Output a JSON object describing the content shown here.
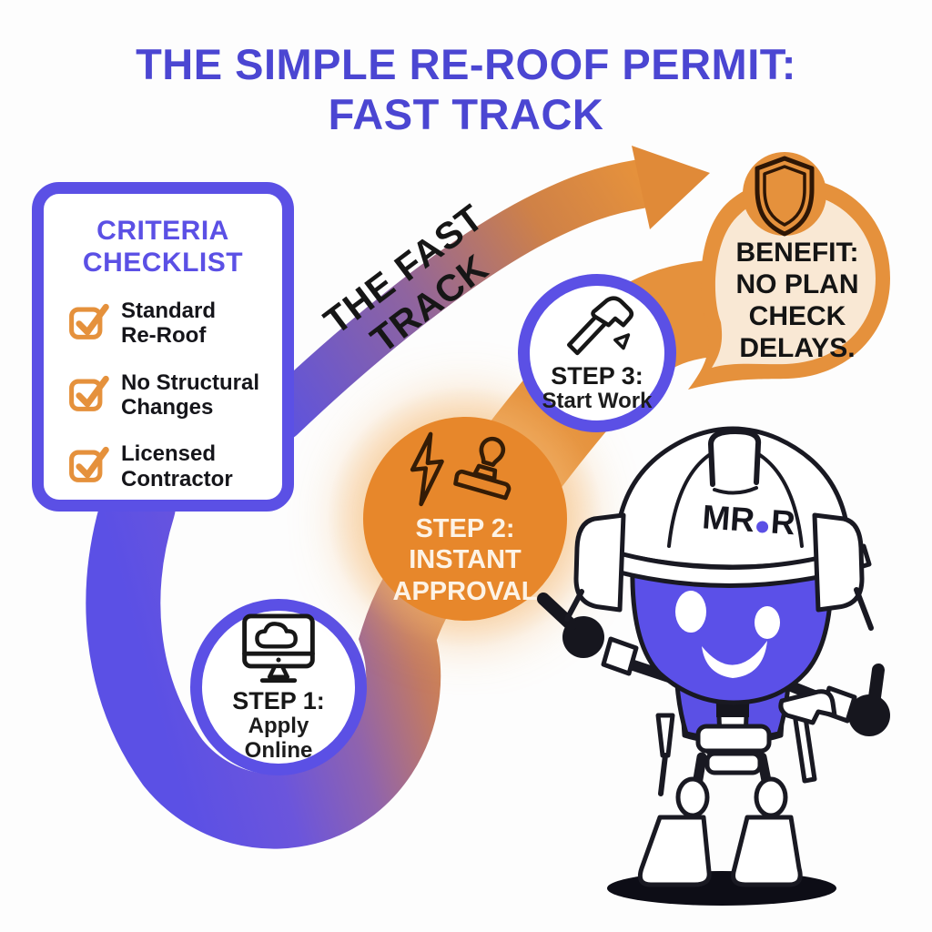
{
  "title": {
    "line1": "THE SIMPLE RE-ROOF PERMIT:",
    "line2": "FAST TRACK"
  },
  "checklist": {
    "title_line1": "CRITERIA",
    "title_line2": "CHECKLIST",
    "items": [
      {
        "line1": "Standard",
        "line2": "Re-Roof",
        "icon": "checked-checkbox-icon"
      },
      {
        "line1": "No Structural",
        "line2": "Changes",
        "icon": "checked-checkbox-icon"
      },
      {
        "line1": "Licensed",
        "line2": "Contractor",
        "icon": "checked-checkbox-icon"
      }
    ]
  },
  "track": {
    "label": "THE FAST TRACK"
  },
  "steps": [
    {
      "title": "STEP 1:",
      "line1": "Apply",
      "line2": "Online",
      "icon": "desktop-cloud-icon"
    },
    {
      "title": "STEP 2:",
      "line1": "INSTANT",
      "line2": "APPROVAL",
      "icon": "lightning-stamp-icon"
    },
    {
      "title": "STEP 3:",
      "line1": "Start Work",
      "icon": "hammer-icon"
    }
  ],
  "benefit": {
    "icon": "shield-icon",
    "lines": [
      "BENEFIT:",
      "NO PLAN",
      "CHECK",
      "DELAYS."
    ]
  },
  "mascot": {
    "hat_label": "MR.R",
    "hat_label_parts": {
      "left": "MR",
      "right": "R"
    }
  },
  "colors": {
    "purple": "#5b50e5",
    "title_indigo": "#4b46d2",
    "orange": "#e5913c",
    "step2_orange": "#e7872b",
    "cream": "#f9e8d4",
    "ink": "#171717",
    "icon_dark": "#341c06"
  }
}
